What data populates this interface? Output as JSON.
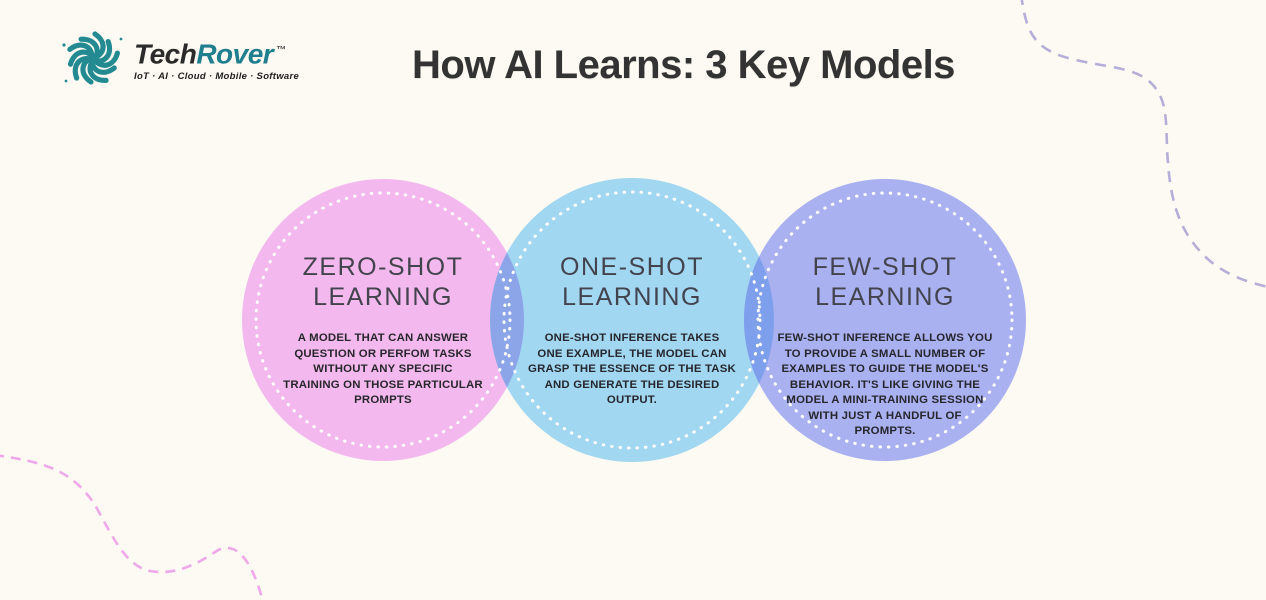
{
  "page": {
    "background": "#fcfaf2"
  },
  "logo": {
    "brand_tech": "Tech",
    "brand_rover": "Rover",
    "trademark": "™",
    "tagline": "IoT · AI · Cloud · Mobile · Software",
    "icon_color": "#238a92"
  },
  "header": {
    "title": "How AI Learns: 3 Key Models"
  },
  "diagram": {
    "circles": [
      {
        "id": "zero-shot",
        "heading": "ZERO-SHOT\nLEARNING",
        "body": "A MODEL THAT CAN ANSWER\nQUESTION OR PERFOM TASKS\nWITHOUT ANY SPECIFIC\nTRAINING ON THOSE PARTICULAR\nPROMPTS",
        "fill": "#f3b9ee"
      },
      {
        "id": "one-shot",
        "heading": "ONE-SHOT\nLEARNING",
        "body": "ONE-SHOT INFERENCE TAKES\nONE EXAMPLE, THE MODEL CAN\nGRASP THE ESSENCE OF THE TASK\nAND GENERATE THE DESIRED\nOUTPUT.",
        "fill": "#a2d7f2"
      },
      {
        "id": "few-shot",
        "heading": "FEW-SHOT\nLEARNING",
        "body": "FEW-SHOT INFERENCE ALLOWS YOU\nTO PROVIDE A SMALL NUMBER OF\nEXAMPLES TO GUIDE THE MODEL'S\nBEHAVIOR. IT'S LIKE GIVING THE\nMODEL A MINI-TRAINING SESSION\nWITH JUST A HANDFUL OF\nPROMPTS.",
        "fill": "#aab1f0"
      }
    ],
    "overlap_pink_blue": "#8ca5e9",
    "overlap_blue_purple": "#7e9fec",
    "dot_border_color": "#ffffff"
  },
  "decor": {
    "top_right_line_color": "#b4aed8",
    "bottom_left_line_color": "#efa9ea"
  }
}
